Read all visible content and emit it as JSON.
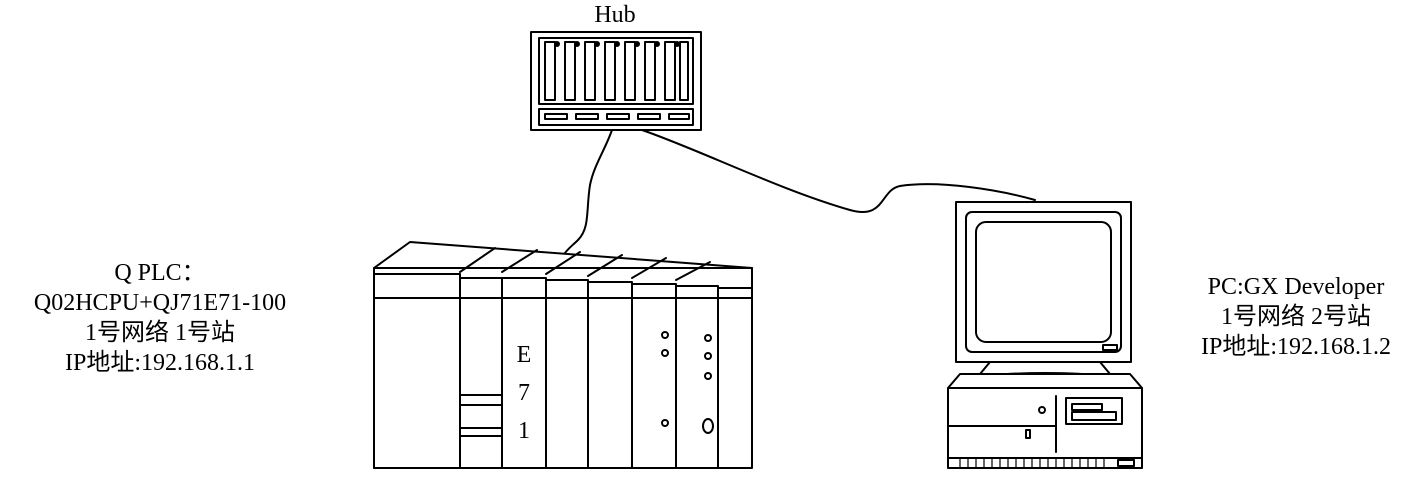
{
  "hub": {
    "label": "Hub"
  },
  "plc": {
    "lines": [
      "Q PLC：",
      "Q02HCPU+QJ71E71-100",
      "1号网络 1号站",
      "IP地址:192.168.1.1"
    ],
    "module_text": [
      "E",
      "7",
      "1"
    ]
  },
  "pc": {
    "lines": [
      "PC:GX Developer",
      "1号网络 2号站",
      "IP地址:192.168.1.2"
    ]
  },
  "colors": {
    "stroke": "#000000",
    "background": "#ffffff"
  }
}
